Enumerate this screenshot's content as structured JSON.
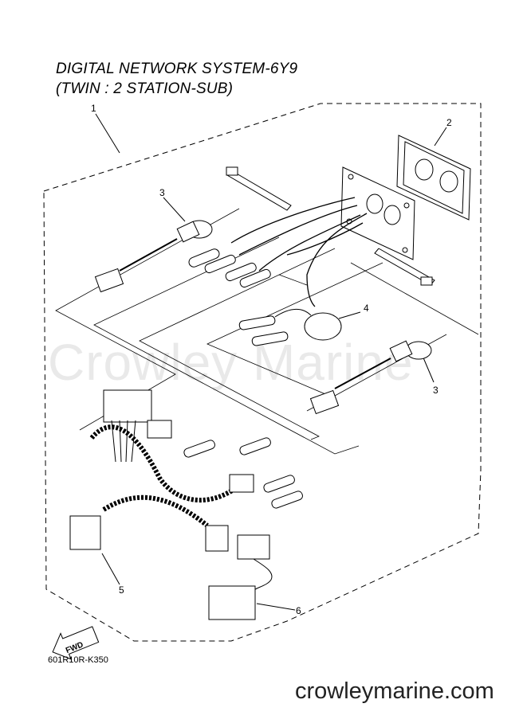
{
  "title_line1": "DIGITAL NETWORK SYSTEM-6Y9",
  "title_line2": "(TWIN : 2 STATION-SUB)",
  "watermark": "Crowley Marine",
  "footer_site": "crowleymarine.com",
  "diagram_code": "601R10R-K350",
  "fwd_label": "FWD",
  "callouts": {
    "c1": "1",
    "c2": "2",
    "c3a": "3",
    "c3b": "3",
    "c4": "4",
    "c5": "5",
    "c6": "6"
  }
}
